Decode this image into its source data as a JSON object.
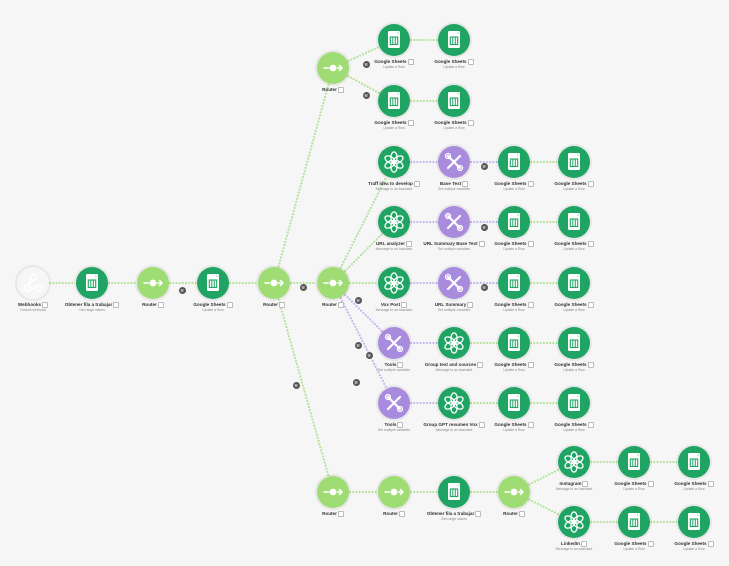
{
  "colors": {
    "sheets": "#1fa463",
    "router": "#9fdc74",
    "openai": "#1fa463",
    "tools": "#a98bde",
    "webhook": "#d1345b",
    "connector": "#b5e29a",
    "connector_purple": "#c7b5ef"
  },
  "nodes": [
    {
      "id": "webhooks",
      "type": "webhook",
      "label": "Webhooks",
      "sub": "Custom webhook",
      "icon": "webhook-icon"
    },
    {
      "id": "obtener1",
      "type": "sheets",
      "label": "Obtener fila a trabajar",
      "sub": "Get range values",
      "icon": "sheets-icon"
    },
    {
      "id": "router1",
      "type": "router",
      "label": "Router",
      "sub": "",
      "icon": "router-icon"
    },
    {
      "id": "sheets_a",
      "type": "sheets",
      "label": "Google Sheets",
      "sub": "Update a Row",
      "icon": "sheets-icon"
    },
    {
      "id": "router2",
      "type": "router",
      "label": "Router",
      "sub": "",
      "icon": "router-icon"
    },
    {
      "id": "router_top",
      "type": "router",
      "label": "Router",
      "sub": "",
      "icon": "router-icon"
    },
    {
      "id": "s_t1a",
      "type": "sheets",
      "label": "Google Sheets",
      "sub": "Update a Row",
      "icon": "sheets-icon"
    },
    {
      "id": "s_t1b",
      "type": "sheets",
      "label": "Google Sheets",
      "sub": "Update a Row",
      "icon": "sheets-icon"
    },
    {
      "id": "s_t2a",
      "type": "sheets",
      "label": "Google Sheets",
      "sub": "Update a Row",
      "icon": "sheets-icon"
    },
    {
      "id": "s_t2b",
      "type": "sheets",
      "label": "Google Sheets",
      "sub": "Update a Row",
      "icon": "sheets-icon"
    },
    {
      "id": "router_mid",
      "type": "router",
      "label": "Router",
      "sub": "",
      "icon": "router-icon"
    },
    {
      "id": "gpt_r1",
      "type": "gpt",
      "label": "Traff idea to develop",
      "sub": "Message to an Assistant",
      "icon": "openai-icon"
    },
    {
      "id": "tool_r1",
      "type": "tools",
      "label": "Base Text",
      "sub": "Set multiple variables",
      "icon": "tools-icon"
    },
    {
      "id": "s_r1a",
      "type": "sheets",
      "label": "Google Sheets",
      "sub": "Update a Row",
      "icon": "sheets-icon"
    },
    {
      "id": "s_r1b",
      "type": "sheets",
      "label": "Google Sheets",
      "sub": "Update a Row",
      "icon": "sheets-icon"
    },
    {
      "id": "gpt_r2",
      "type": "gpt",
      "label": "URL analyzer",
      "sub": "Message to an Assistant",
      "icon": "openai-icon"
    },
    {
      "id": "tool_r2",
      "type": "tools",
      "label": "URL Summary Base Text",
      "sub": "Set multiple variables",
      "icon": "tools-icon"
    },
    {
      "id": "s_r2a",
      "type": "sheets",
      "label": "Google Sheets",
      "sub": "Update a Row",
      "icon": "sheets-icon"
    },
    {
      "id": "s_r2b",
      "type": "sheets",
      "label": "Google Sheets",
      "sub": "Update a Row",
      "icon": "sheets-icon"
    },
    {
      "id": "gpt_r3",
      "type": "gpt",
      "label": "Vox Post",
      "sub": "Message to an Assistant",
      "icon": "openai-icon"
    },
    {
      "id": "tool_r3",
      "type": "tools",
      "label": "URL Summary",
      "sub": "Set multiple variables",
      "icon": "tools-icon"
    },
    {
      "id": "s_r3a",
      "type": "sheets",
      "label": "Google Sheets",
      "sub": "Update a Row",
      "icon": "sheets-icon"
    },
    {
      "id": "s_r3b",
      "type": "sheets",
      "label": "Google Sheets",
      "sub": "Update a Row",
      "icon": "sheets-icon"
    },
    {
      "id": "tool_r4",
      "type": "tools",
      "label": "Tools",
      "sub": "Set multiple variables",
      "icon": "tools-icon"
    },
    {
      "id": "gpt_r4",
      "type": "gpt",
      "label": "Group text and sources",
      "sub": "Message to an Assistant",
      "icon": "openai-icon"
    },
    {
      "id": "s_r4a",
      "type": "sheets",
      "label": "Google Sheets",
      "sub": "Update a Row",
      "icon": "sheets-icon"
    },
    {
      "id": "s_r4b",
      "type": "sheets",
      "label": "Google Sheets",
      "sub": "Update a Row",
      "icon": "sheets-icon"
    },
    {
      "id": "tool_r5",
      "type": "tools",
      "label": "Tools",
      "sub": "Set multiple variables",
      "icon": "tools-icon"
    },
    {
      "id": "gpt_r5",
      "type": "gpt",
      "label": "Group GPT resumen Vox",
      "sub": "Message to an Assistant",
      "icon": "openai-icon"
    },
    {
      "id": "s_r5a",
      "type": "sheets",
      "label": "Google Sheets",
      "sub": "Update a Row",
      "icon": "sheets-icon"
    },
    {
      "id": "s_r5b",
      "type": "sheets",
      "label": "Google Sheets",
      "sub": "Update a Row",
      "icon": "sheets-icon"
    },
    {
      "id": "router_bot",
      "type": "router",
      "label": "Router",
      "sub": "",
      "icon": "router-icon"
    },
    {
      "id": "router_bot2",
      "type": "router",
      "label": "Router",
      "sub": "",
      "icon": "router-icon"
    },
    {
      "id": "obtener2",
      "type": "sheets",
      "label": "Obtener fila a trabajar",
      "sub": "Get range values",
      "icon": "sheets-icon"
    },
    {
      "id": "router_bot3",
      "type": "router",
      "label": "Router",
      "sub": "",
      "icon": "router-icon"
    },
    {
      "id": "gpt_ig",
      "type": "gpt",
      "label": "Instagram",
      "sub": "Message to an Assistant",
      "icon": "openai-icon"
    },
    {
      "id": "s_ig_a",
      "type": "sheets",
      "label": "Google Sheets",
      "sub": "Update a Row",
      "icon": "sheets-icon"
    },
    {
      "id": "s_ig_b",
      "type": "sheets",
      "label": "Google Sheets",
      "sub": "Update a Row",
      "icon": "sheets-icon"
    },
    {
      "id": "gpt_li",
      "type": "gpt",
      "label": "LinkedIn",
      "sub": "Message to an Assistant",
      "icon": "openai-icon"
    },
    {
      "id": "s_li_a",
      "type": "sheets",
      "label": "Google Sheets",
      "sub": "Update a Row",
      "icon": "sheets-icon"
    },
    {
      "id": "s_li_b",
      "type": "sheets",
      "label": "Google Sheets",
      "sub": "Update a Row",
      "icon": "sheets-icon"
    }
  ],
  "edges": [
    [
      "webhooks",
      "obtener1"
    ],
    [
      "obtener1",
      "router1"
    ],
    [
      "router1",
      "sheets_a"
    ],
    [
      "sheets_a",
      "router2"
    ],
    [
      "router2",
      "router_top"
    ],
    [
      "router2",
      "router_mid"
    ],
    [
      "router2",
      "router_bot"
    ],
    [
      "router_top",
      "s_t1a"
    ],
    [
      "s_t1a",
      "s_t1b"
    ],
    [
      "router_top",
      "s_t2a"
    ],
    [
      "s_t2a",
      "s_t2b"
    ],
    [
      "router_mid",
      "gpt_r1"
    ],
    [
      "gpt_r1",
      "tool_r1"
    ],
    [
      "tool_r1",
      "s_r1a"
    ],
    [
      "s_r1a",
      "s_r1b"
    ],
    [
      "router_mid",
      "gpt_r2"
    ],
    [
      "gpt_r2",
      "tool_r2"
    ],
    [
      "tool_r2",
      "s_r2a"
    ],
    [
      "s_r2a",
      "s_r2b"
    ],
    [
      "router_mid",
      "gpt_r3"
    ],
    [
      "gpt_r3",
      "tool_r3"
    ],
    [
      "tool_r3",
      "s_r3a"
    ],
    [
      "s_r3a",
      "s_r3b"
    ],
    [
      "router_mid",
      "tool_r4"
    ],
    [
      "tool_r4",
      "gpt_r4"
    ],
    [
      "gpt_r4",
      "s_r4a"
    ],
    [
      "s_r4a",
      "s_r4b"
    ],
    [
      "router_mid",
      "tool_r5"
    ],
    [
      "tool_r5",
      "gpt_r5"
    ],
    [
      "gpt_r5",
      "s_r5a"
    ],
    [
      "s_r5a",
      "s_r5b"
    ],
    [
      "router_bot",
      "router_bot2"
    ],
    [
      "router_bot2",
      "obtener2"
    ],
    [
      "obtener2",
      "router_bot3"
    ],
    [
      "router_bot3",
      "gpt_ig"
    ],
    [
      "gpt_ig",
      "s_ig_a"
    ],
    [
      "s_ig_a",
      "s_ig_b"
    ],
    [
      "router_bot3",
      "gpt_li"
    ],
    [
      "gpt_li",
      "s_li_a"
    ],
    [
      "s_li_a",
      "s_li_b"
    ]
  ]
}
